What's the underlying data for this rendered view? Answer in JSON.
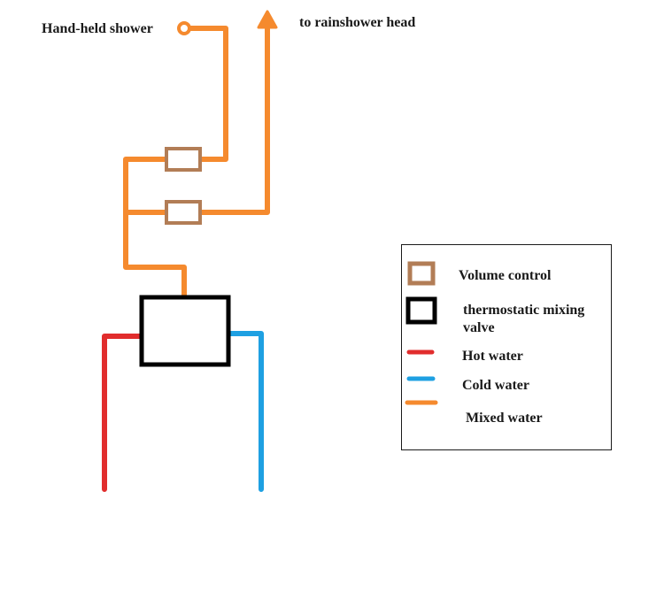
{
  "labels": {
    "hand_held": "Hand-held shower",
    "rainshower": "to rainshower head"
  },
  "legend": {
    "items": [
      {
        "id": "volume",
        "lines": [
          "Volume control"
        ],
        "symbol": "volume-control-icon",
        "color": "#b27d56"
      },
      {
        "id": "valve",
        "lines": [
          "thermostatic mixing",
          "valve"
        ],
        "symbol": "mixing-valve-icon",
        "color": "#000000"
      },
      {
        "id": "hot",
        "lines": [
          "Hot water"
        ],
        "symbol": "hot-water-line-icon",
        "color": "#e12d2d"
      },
      {
        "id": "cold",
        "lines": [
          "Cold water"
        ],
        "symbol": "cold-water-line-icon",
        "color": "#1ea0e2"
      },
      {
        "id": "mixed",
        "lines": [
          "Mixed water"
        ],
        "symbol": "mixed-water-line-icon",
        "color": "#f58a2e"
      }
    ]
  },
  "colors": {
    "hot": "#e12d2d",
    "cold": "#1ea0e2",
    "mixed": "#f58a2e",
    "volume": "#b27d56",
    "valve": "#000000"
  }
}
